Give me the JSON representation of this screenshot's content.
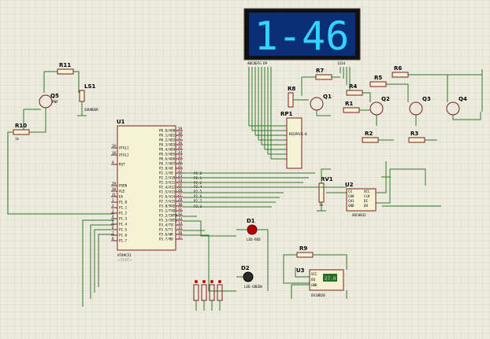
{
  "display": {
    "text": "1-46",
    "pins": "ABCDEFG  DP",
    "digits": "1234",
    "bg": "#0b2f77",
    "seg": "#33d3ff"
  },
  "components": {
    "r11": "R11",
    "q5": "Q5",
    "ls1": "LS1",
    "sounder": "SOUNDER",
    "r10": "R10",
    "pnp": "PNP",
    "u1": "U1",
    "u1_part": "AT89C51",
    "rp1": "RP1",
    "rp1_part": "RESPACK-8",
    "r8": "R8",
    "r7": "R7",
    "r6": "R6",
    "r5": "R5",
    "r4": "R4",
    "r1": "R1",
    "r2": "R2",
    "r3": "R3",
    "q1": "Q1",
    "q2": "Q2",
    "q3": "Q3",
    "q4": "Q4",
    "rv1": "RV1",
    "u2": "U2",
    "u2_part": "ADC0832",
    "d1": "D1",
    "d1_part": "LED-RED",
    "d2": "D2",
    "d2_part": "LED-GREEN",
    "r9": "R9",
    "u3": "U3",
    "u3_part": "DS18B20",
    "r_val": "1k",
    "placeholder": "<TEXT>",
    "temp": "27.0"
  },
  "u1_left_pins": [
    {
      "n": "19",
      "name": "XTAL1"
    },
    {
      "n": "18",
      "name": "XTAL2"
    },
    {
      "n": "9",
      "name": "RST"
    },
    {
      "n": "29",
      "name": "PSEN"
    },
    {
      "n": "30",
      "name": "ALE"
    },
    {
      "n": "31",
      "name": "EA"
    },
    {
      "n": "1",
      "name": "P1.0"
    },
    {
      "n": "2",
      "name": "P1.1"
    },
    {
      "n": "3",
      "name": "P1.2"
    },
    {
      "n": "4",
      "name": "P1.3"
    },
    {
      "n": "5",
      "name": "P1.4"
    },
    {
      "n": "6",
      "name": "P1.5"
    },
    {
      "n": "7",
      "name": "P1.6"
    },
    {
      "n": "8",
      "name": "P1.7"
    }
  ],
  "u1_right_pins": [
    {
      "n": "39",
      "name": "P0.0/AD0"
    },
    {
      "n": "38",
      "name": "P0.1/AD1"
    },
    {
      "n": "37",
      "name": "P0.2/AD2"
    },
    {
      "n": "36",
      "name": "P0.3/AD3"
    },
    {
      "n": "35",
      "name": "P0.4/AD4"
    },
    {
      "n": "34",
      "name": "P0.5/AD5"
    },
    {
      "n": "33",
      "name": "P0.6/AD6"
    },
    {
      "n": "32",
      "name": "P0.7/AD7"
    },
    {
      "n": "21",
      "name": "P2.0/A8"
    },
    {
      "n": "22",
      "name": "P2.1/A9"
    },
    {
      "n": "23",
      "name": "P2.2/A10"
    },
    {
      "n": "24",
      "name": "P2.3/A11"
    },
    {
      "n": "25",
      "name": "P2.4/A12"
    },
    {
      "n": "26",
      "name": "P2.5/A13"
    },
    {
      "n": "27",
      "name": "P2.6/A14"
    },
    {
      "n": "28",
      "name": "P2.7/A15"
    },
    {
      "n": "10",
      "name": "P3.0/RXD"
    },
    {
      "n": "11",
      "name": "P3.1/TXD"
    },
    {
      "n": "12",
      "name": "P3.2/INT0"
    },
    {
      "n": "13",
      "name": "P3.3/INT1"
    },
    {
      "n": "14",
      "name": "P3.4/T0"
    },
    {
      "n": "15",
      "name": "P3.5/T1"
    },
    {
      "n": "16",
      "name": "P3.6/WR"
    },
    {
      "n": "17",
      "name": "P3.7/RD"
    }
  ],
  "net_labels": [
    "P2.4",
    "P2.5",
    "P2.6",
    "P2.7",
    "P2.0",
    "P2.1",
    "P2.2",
    "P2.3"
  ],
  "u2_pins": [
    "CS",
    "CH0",
    "CH1",
    "GND",
    "VCC",
    "CLK",
    "DI",
    "DO"
  ],
  "u3_pins": [
    "VCC",
    "DQ",
    "GND"
  ]
}
